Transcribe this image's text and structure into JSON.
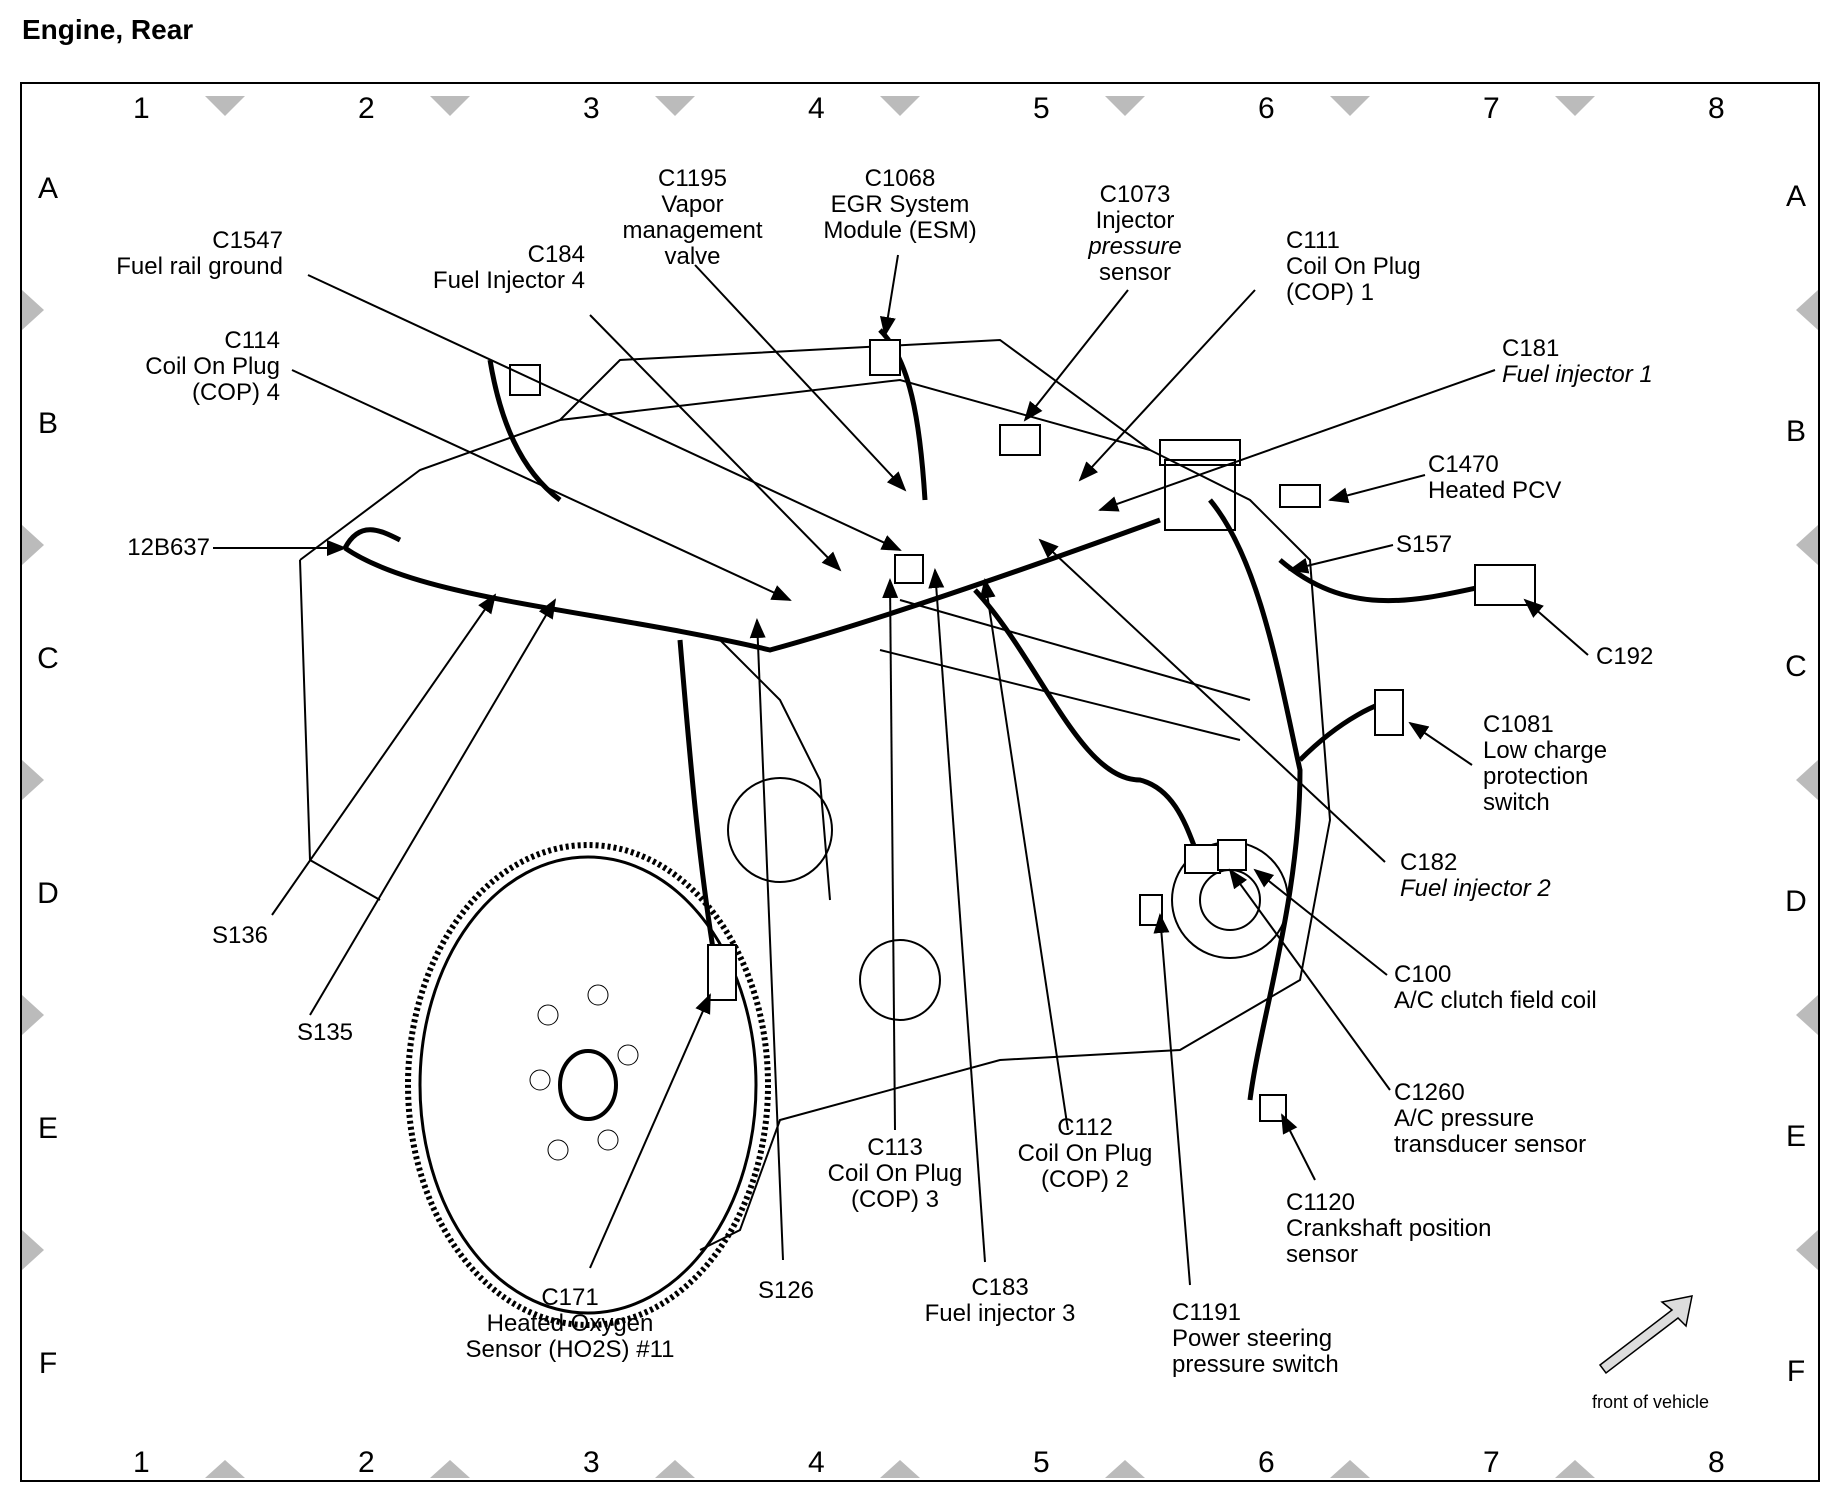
{
  "title": "Engine, Rear",
  "grid": {
    "columns": [
      "1",
      "2",
      "3",
      "4",
      "5",
      "6",
      "7",
      "8"
    ],
    "rows": [
      "A",
      "B",
      "C",
      "D",
      "E",
      "F"
    ]
  },
  "labels": {
    "c1547": [
      "C1547",
      "Fuel rail ground"
    ],
    "c184": [
      "C184",
      "Fuel Injector 4"
    ],
    "c1195": [
      "C1195",
      "Vapor",
      "management",
      "valve"
    ],
    "c1068": [
      "C1068",
      "EGR System",
      "Module (ESM)"
    ],
    "c1073": [
      "C1073",
      "Injector",
      "pressure",
      "sensor"
    ],
    "c111": [
      "C111",
      "Coil On Plug",
      "(COP) 1"
    ],
    "c114": [
      "C114",
      "Coil On Plug",
      "(COP) 4"
    ],
    "c181": [
      "C181",
      "Fuel injector 1"
    ],
    "c1470": [
      "C1470",
      "Heated PCV"
    ],
    "p12b637": [
      "12B637"
    ],
    "s157": [
      "S157"
    ],
    "c192": [
      "C192"
    ],
    "c1081": [
      "C1081",
      "Low charge",
      "protection",
      "switch"
    ],
    "c182": [
      "C182",
      "Fuel injector 2"
    ],
    "c100": [
      "C100",
      "A/C clutch field coil"
    ],
    "c1260": [
      "C1260",
      "A/C pressure",
      "transducer sensor"
    ],
    "c1120": [
      "C1120",
      "Crankshaft position",
      "sensor"
    ],
    "s136": [
      "S136"
    ],
    "s135": [
      "S135"
    ],
    "c113": [
      "C113",
      "Coil On Plug",
      "(COP) 3"
    ],
    "c112": [
      "C112",
      "Coil On Plug",
      "(COP) 2"
    ],
    "c171": [
      "C171",
      "Heated Oxygen",
      "Sensor (HO2S) #11"
    ],
    "s126": [
      "S126"
    ],
    "c183": [
      "C183",
      "Fuel injector 3"
    ],
    "c1191": [
      "C1191",
      "Power steering",
      "pressure switch"
    ]
  },
  "front_of_vehicle": "front of vehicle"
}
